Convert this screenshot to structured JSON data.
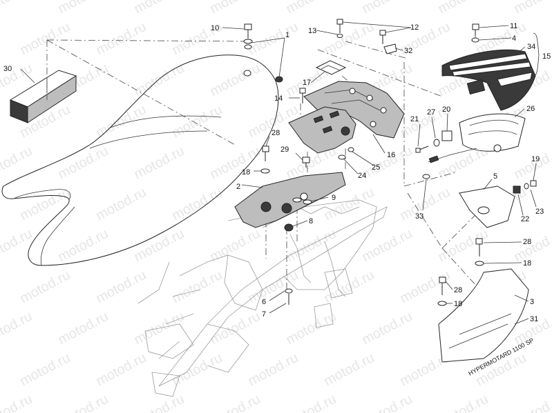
{
  "watermark": "motod.ru",
  "labels": {
    "p1": "1",
    "p2": "2",
    "p3": "3",
    "p4": "4",
    "p5": "5",
    "p6": "6",
    "p7": "7",
    "p8": "8",
    "p9": "9",
    "p10": "10",
    "p11": "11",
    "p12": "12",
    "p13": "13",
    "p14": "14",
    "p15": "15",
    "p16": "16",
    "p17": "17",
    "p18a": "18",
    "p18b": "18",
    "p18c": "18",
    "p19": "19",
    "p20": "20",
    "p21": "21",
    "p22": "22",
    "p23": "23",
    "p24": "24",
    "p25": "25",
    "p26": "26",
    "p27": "27",
    "p28a": "28",
    "p28b": "28",
    "p28c": "28",
    "p29": "29",
    "p30": "30",
    "p31": "31",
    "p32": "32",
    "p33": "33",
    "p34": "34"
  },
  "decal_text": "HYPERMOTARD 1100 SP",
  "colors": {
    "line": "#222222",
    "watermark": "#e6e6e6",
    "dark_fill": "#3a3a3a",
    "background": "#ffffff"
  }
}
